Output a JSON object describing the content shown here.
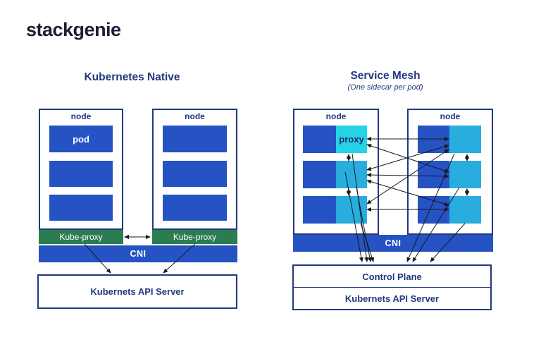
{
  "logo": "stackgenie",
  "left": {
    "title": "Kubernetes Native",
    "node_label": "node",
    "pod_label": "pod",
    "kube_proxy_label": "Kube-proxy",
    "cni_label": "CNI",
    "api_server_label": "Kubernets API Server"
  },
  "right": {
    "title": "Service Mesh",
    "subtitle": "(One sidecar per pod)",
    "node_label": "node",
    "proxy_label": "proxy",
    "cni_label": "CNI",
    "control_plane_label": "Control Plane",
    "api_server_label": "Kubernets API Server"
  },
  "colors": {
    "navy": "#21397d",
    "logo": "#1d1d33",
    "blue": "#2553c4",
    "green": "#2b7d51",
    "cyan-bright": "#26d2e6",
    "cyan": "#29addf",
    "arrow": "#1a1a1a",
    "bg": "#ffffff"
  }
}
